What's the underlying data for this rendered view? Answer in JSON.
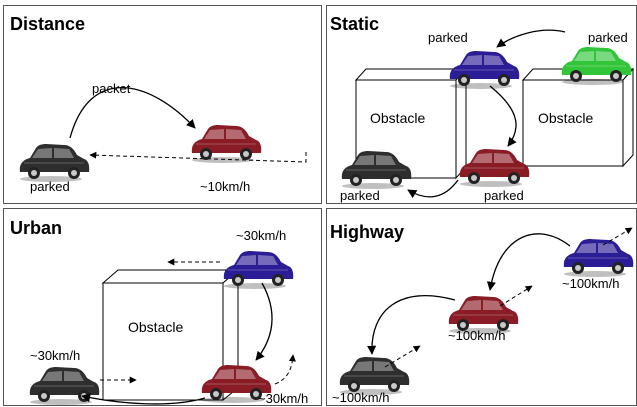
{
  "panels": [
    {
      "title": "Distance",
      "labels": {
        "packet": "packet",
        "parked": "parked",
        "speed": "~10km/h"
      }
    },
    {
      "title": "Static",
      "labels": {
        "parked_top": "parked",
        "parked_right": "parked",
        "parked_bottom_left": "parked",
        "parked_bottom_mid": "parked",
        "obstacle": "Obstacle"
      }
    },
    {
      "title": "Urban",
      "labels": {
        "speed_top": "~30km/h",
        "speed_left": "~30km/h",
        "speed_bottom": "~30km/h",
        "obstacle": "Obstacle"
      }
    },
    {
      "title": "Highway",
      "labels": {
        "speed_top": "~100km/h",
        "speed_mid": "~100km/h",
        "speed_bottom": "~100km/h"
      }
    }
  ],
  "colors": {
    "car_black": "#2e2e2e",
    "car_red": "#8a1c26",
    "car_blue": "#2b1d96",
    "car_green": "#32c53a"
  }
}
